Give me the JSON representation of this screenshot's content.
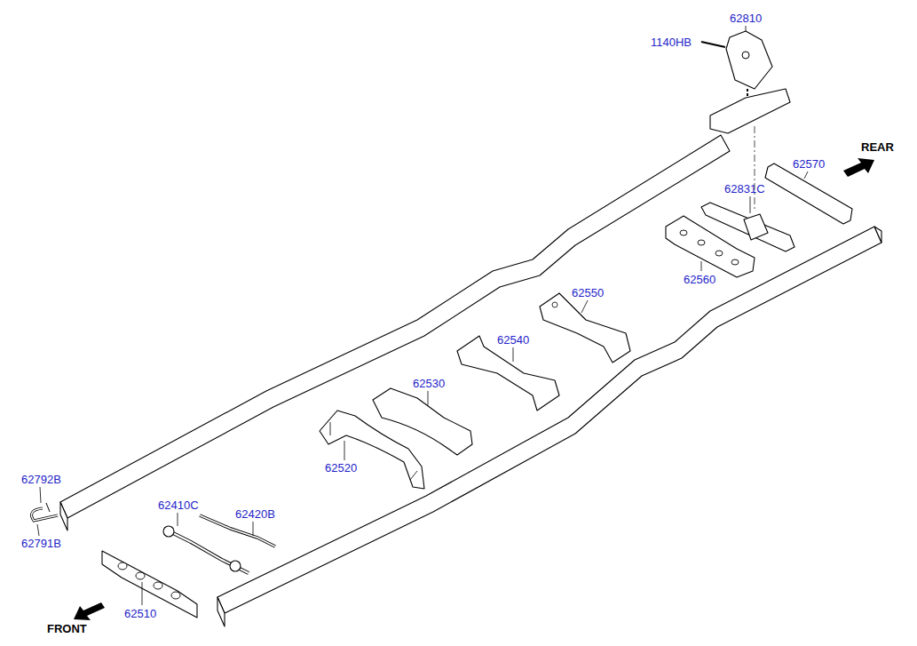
{
  "diagram": {
    "labels": [
      "62810",
      "1140HB",
      "REAR",
      "62570",
      "62831C",
      "62560",
      "62550",
      "62540",
      "62530",
      "62520",
      "62792B",
      "62791B",
      "62410C",
      "62420B",
      "62510",
      "FRONT"
    ]
  }
}
